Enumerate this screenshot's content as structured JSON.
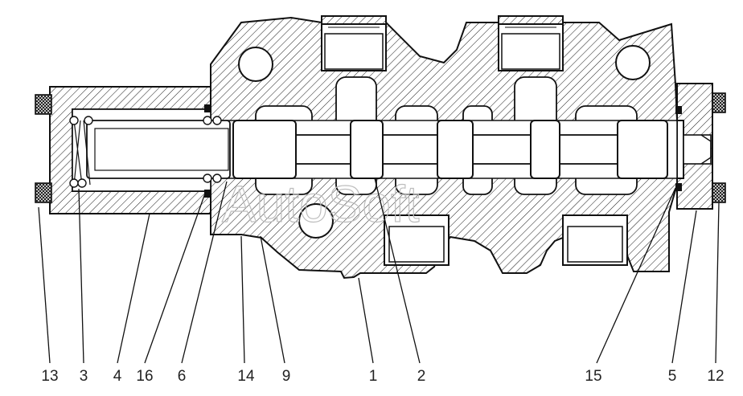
{
  "watermark": "AutoSoft",
  "callouts": [
    {
      "id": "13",
      "label": "13"
    },
    {
      "id": "3",
      "label": "3"
    },
    {
      "id": "4",
      "label": "4"
    },
    {
      "id": "16",
      "label": "16"
    },
    {
      "id": "6",
      "label": "6"
    },
    {
      "id": "14",
      "label": "14"
    },
    {
      "id": "9",
      "label": "9"
    },
    {
      "id": "1",
      "label": "1"
    },
    {
      "id": "2",
      "label": "2"
    },
    {
      "id": "15",
      "label": "15"
    },
    {
      "id": "5",
      "label": "5"
    },
    {
      "id": "12",
      "label": "12"
    }
  ]
}
